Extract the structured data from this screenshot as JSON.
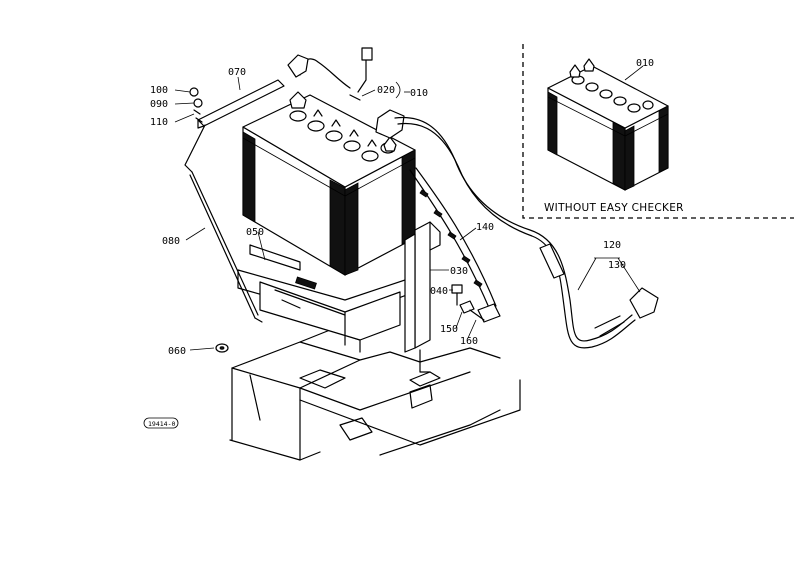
{
  "labels": {
    "p010": "010",
    "p020": "020",
    "p030": "030",
    "p040": "040",
    "p050": "050",
    "p060": "060",
    "p070": "070",
    "p080": "080",
    "p090": "090",
    "p100": "100",
    "p110": "110",
    "p120": "120",
    "p130": "130",
    "p140": "140",
    "p150": "150",
    "p160": "160",
    "inset_010": "010"
  },
  "inset": {
    "caption": "WITHOUT EASY CHECKER"
  },
  "reference_code": "19414-0"
}
